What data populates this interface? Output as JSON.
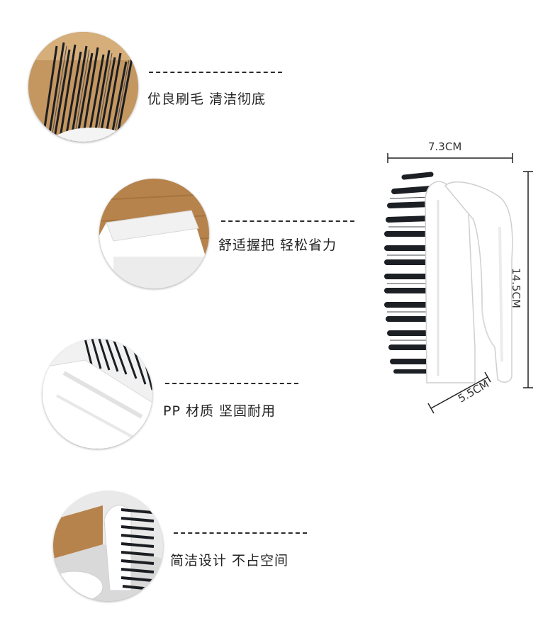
{
  "features": [
    {
      "text": "优良刷毛 清洁彻底",
      "image": "bristle-closeup"
    },
    {
      "text": "舒适握把 轻松省力",
      "image": "handle-closeup"
    },
    {
      "text": "PP 材质 坚固耐用",
      "image": "material-closeup"
    },
    {
      "text": "简洁设计 不占空间",
      "image": "standing-brush"
    }
  ],
  "dimensions": {
    "width": "7.3CM",
    "height": "14.5CM",
    "depth": "5.5CM"
  },
  "colors": {
    "bristle": "#1c1f24",
    "body": "#ffffff",
    "wood": "#b8864e"
  }
}
